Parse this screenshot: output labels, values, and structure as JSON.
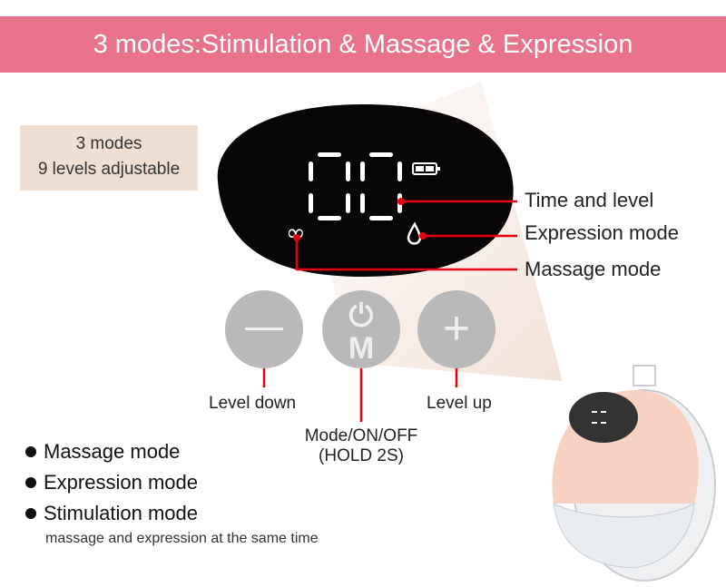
{
  "banner": {
    "title": "3 modes:Stimulation & Massage & Expression"
  },
  "modes_box": {
    "line1": "3 modes",
    "line2": "9 levels adjustable"
  },
  "display": {
    "digits": "00",
    "icons": [
      "battery-icon",
      "infinity-icon",
      "drop-icon"
    ]
  },
  "callouts": {
    "time_level": "Time and level",
    "expression": "Expression mode",
    "massage": "Massage mode"
  },
  "buttons": {
    "minus": "Level down",
    "mode": "Mode/ON/OFF",
    "mode_hint": "(HOLD 2S)",
    "plus": "Level up"
  },
  "modes_list": [
    {
      "label": "Massage mode"
    },
    {
      "label": "Expression mode"
    },
    {
      "label": "Stimulation mode",
      "note": "massage and expression at the same time"
    }
  ],
  "colors": {
    "banner": "#e8738a",
    "callout": "#e60012",
    "box": "#efdfd3"
  }
}
